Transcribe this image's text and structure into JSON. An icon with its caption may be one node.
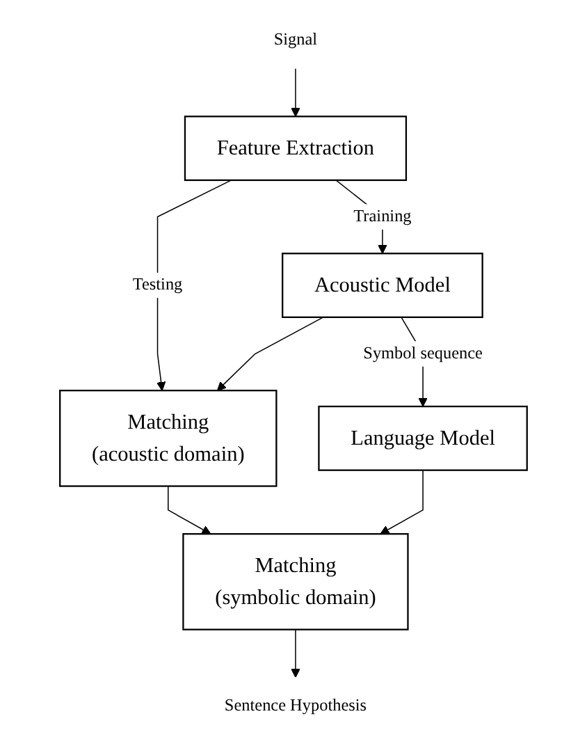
{
  "diagram": {
    "nodes": [
      {
        "text": [
          "Signal"
        ]
      },
      {
        "text": [
          "Feature Extraction"
        ]
      },
      {
        "text": [
          "Acoustic Model"
        ]
      },
      {
        "text": [
          "Matching",
          "(acoustic domain)"
        ]
      },
      {
        "text": [
          "Language Model"
        ]
      },
      {
        "text": [
          "Matching",
          "(symbolic domain)"
        ]
      },
      {
        "text": [
          "Sentence Hypothesis"
        ]
      }
    ],
    "edges": [
      {
        "from": 0,
        "to": 1,
        "arrow": "to"
      },
      {
        "from": 1,
        "to": 2,
        "arrow": "to",
        "label": "Training"
      },
      {
        "from": 1,
        "to": 3,
        "arrow": "to",
        "label": "Testing"
      },
      {
        "from": 2,
        "to": 3,
        "arrow": "to"
      },
      {
        "from": 2,
        "to": 4,
        "arrow": "to",
        "label": "Symbol sequence"
      },
      {
        "from": 3,
        "to": 5,
        "arrow": "to"
      },
      {
        "from": 4,
        "to": 5,
        "arrow": "to"
      },
      {
        "from": 5,
        "to": 6,
        "arrow": "to"
      }
    ]
  }
}
